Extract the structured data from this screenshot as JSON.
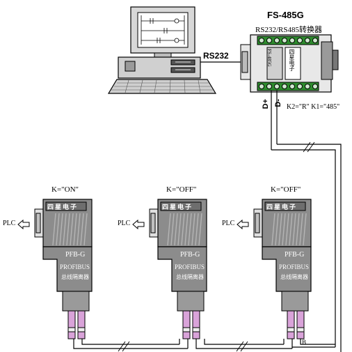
{
  "converter": {
    "title": "FS-485G",
    "subtitle": "RS232/RS485转换器",
    "brand": "四星电子",
    "model": "FS-485G",
    "d_plus": "D+",
    "d_minus": "D-",
    "switch_setting": "K2=\"R\" K1=\"485\""
  },
  "pc": {
    "link_label": "RS232"
  },
  "nodes": [
    {
      "switch": "K=\"ON\"",
      "plc": "PLC",
      "brand": "四星电子",
      "model": "PFB-G",
      "bus": "PROFIBUS",
      "desc": "总线隔离器"
    },
    {
      "switch": "K=\"OFF\"",
      "plc": "PLC",
      "brand": "四星电子",
      "model": "PFB-G",
      "bus": "PROFIBUS",
      "desc": "总线隔离器"
    },
    {
      "switch": "K=\"OFF\"",
      "plc": "PLC",
      "brand": "四星电子",
      "model": "PFB-G",
      "bus": "PROFIBUS",
      "desc": "总线隔离器"
    }
  ],
  "bus_terminal_b": "B",
  "colors": {
    "device_gray": "#8c8c8c",
    "terminal_green": "#2e8b2e",
    "cable_pink": "#d9a3d9"
  }
}
